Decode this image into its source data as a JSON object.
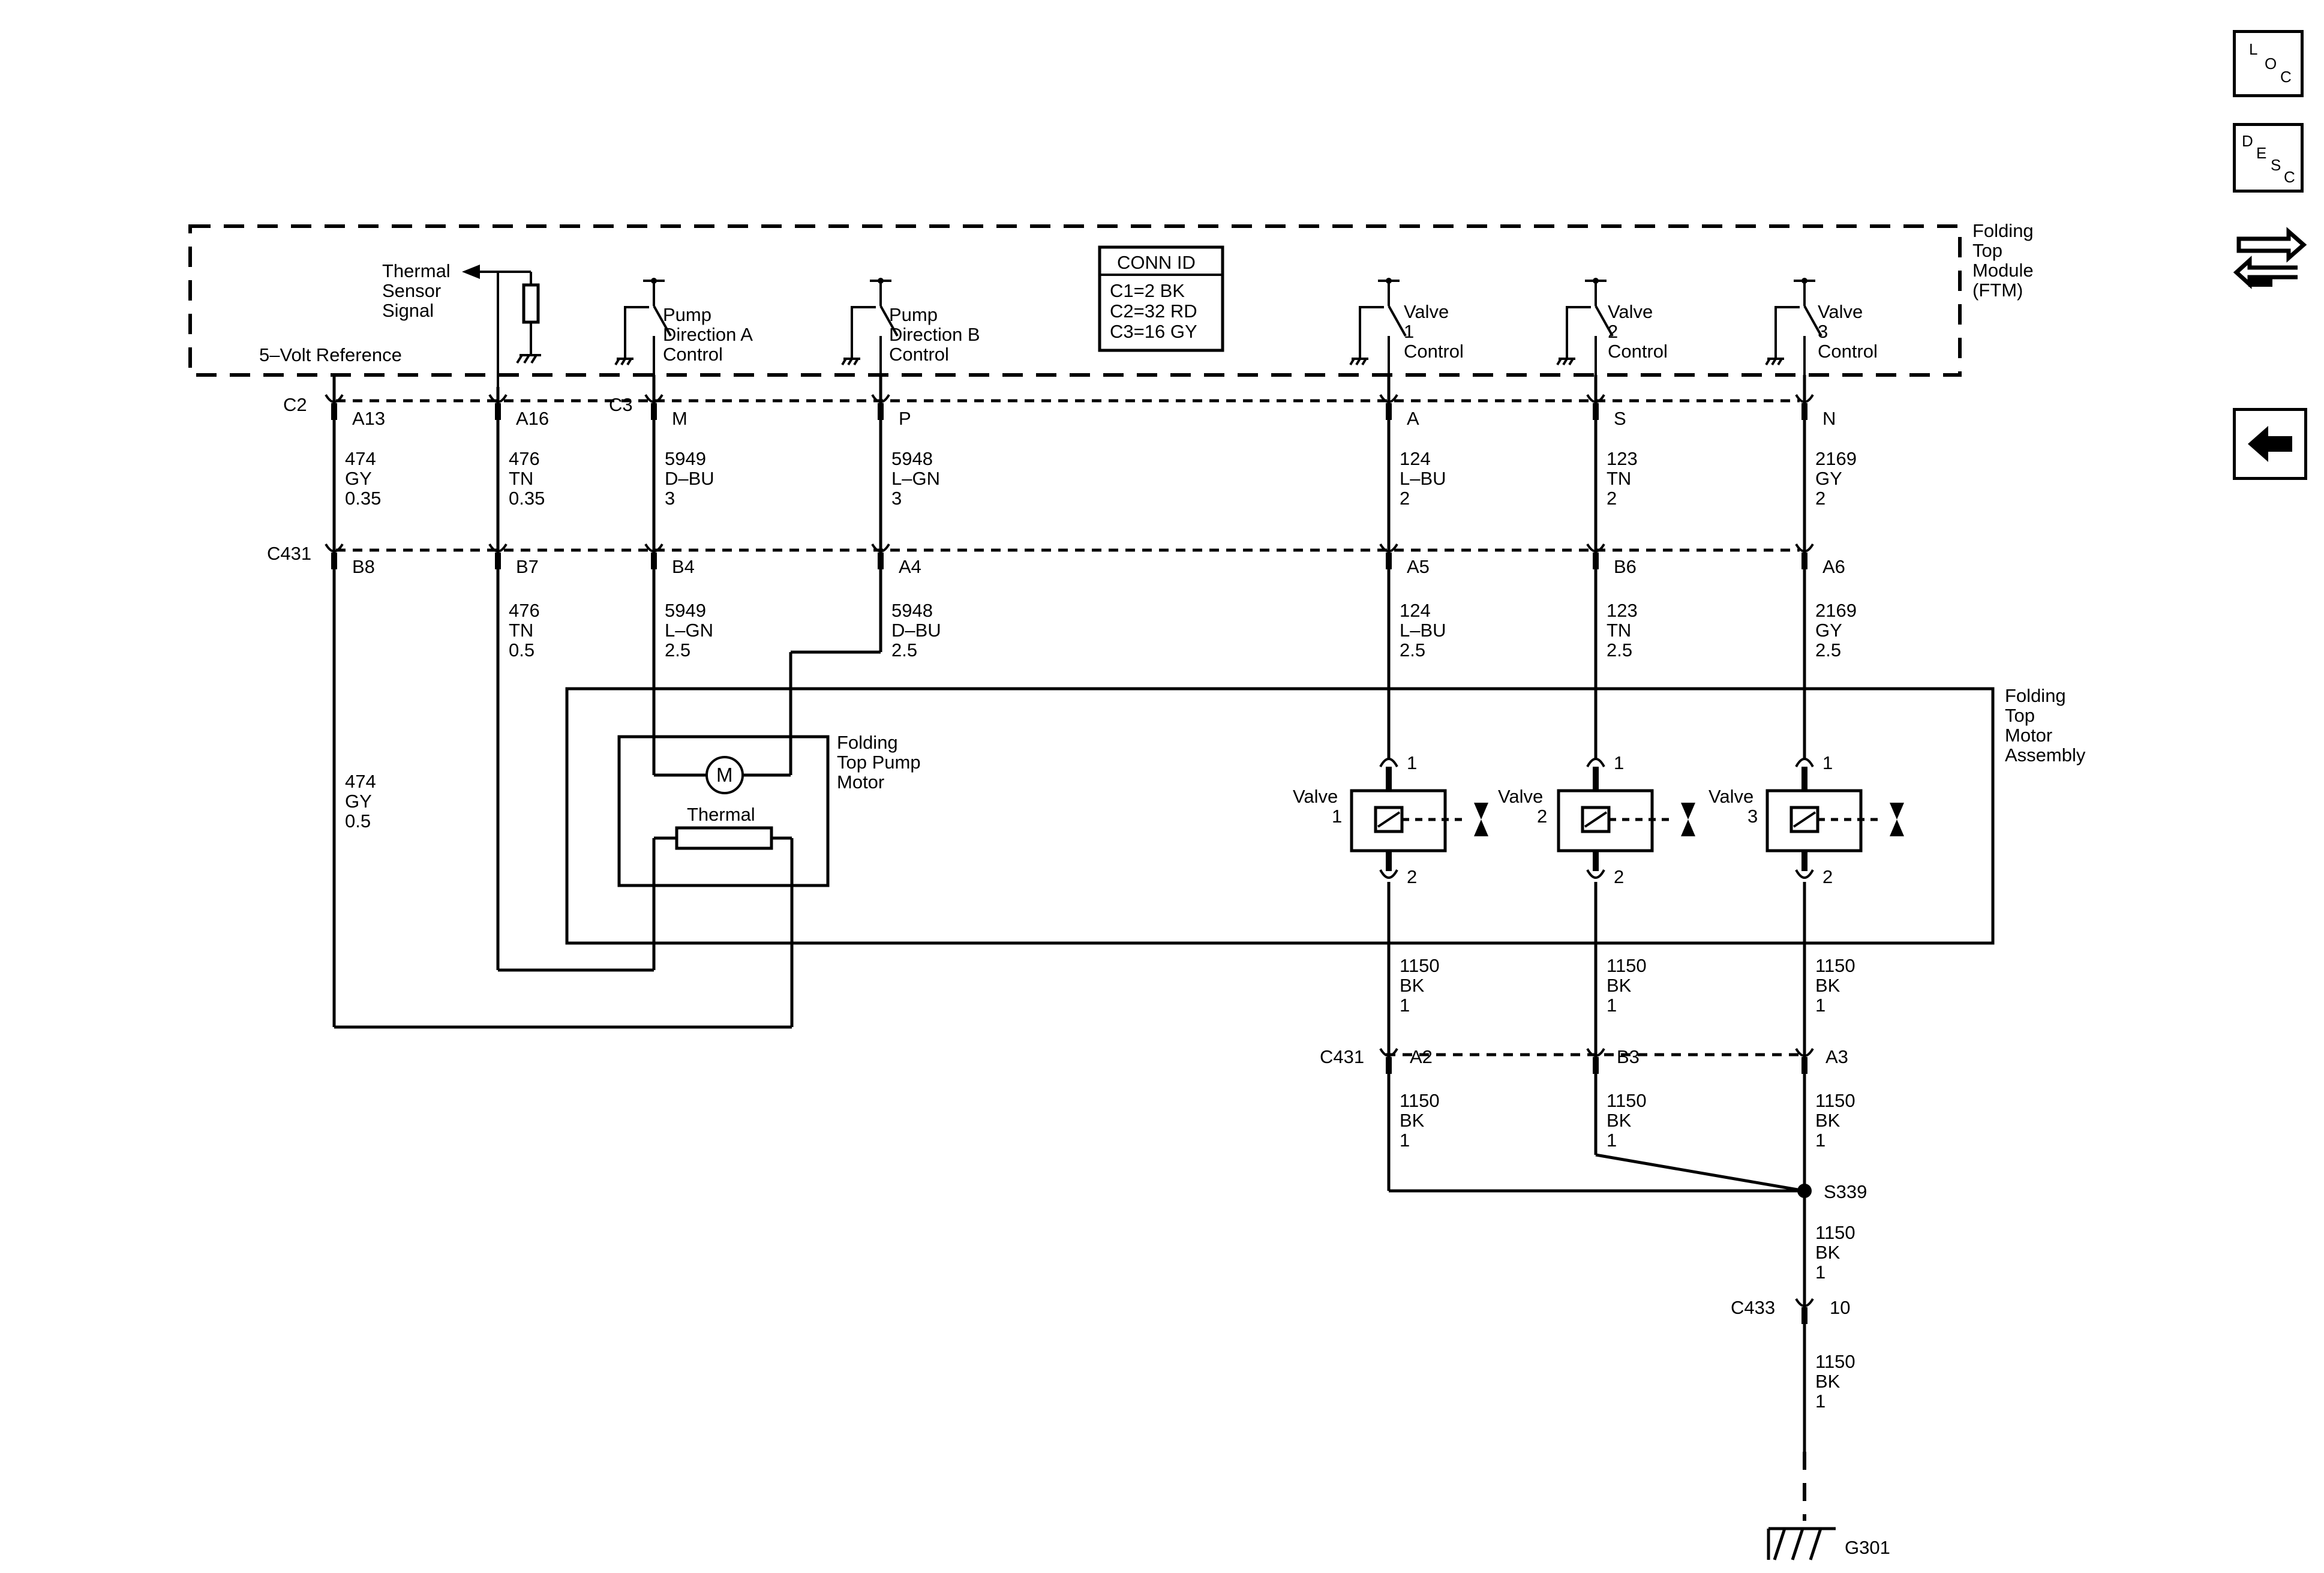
{
  "module": {
    "name_lines": [
      "Folding",
      "Top",
      "Module",
      "(FTM)"
    ],
    "five_volt_ref": "5–Volt Reference",
    "thermal_signal_lines": [
      "Thermal",
      "Sensor",
      "Signal"
    ],
    "pump_a_lines": [
      "Pump",
      "Direction A",
      "Control"
    ],
    "pump_b_lines": [
      "Pump",
      "Direction B",
      "Control"
    ],
    "valve1_lines": [
      "Valve",
      "1",
      "Control"
    ],
    "valve2_lines": [
      "Valve",
      "2",
      "Control"
    ],
    "valve3_lines": [
      "Valve",
      "3",
      "Control"
    ]
  },
  "conn_id": {
    "title": "CONN ID",
    "lines": [
      "C1=2 BK",
      "C2=32 RD",
      "C3=16 GY"
    ]
  },
  "connectors": {
    "c2": "C2",
    "c3": "C3",
    "c431_top": "C431",
    "c431_bottom": "C431",
    "c433": "C433",
    "pins_top": [
      "A13",
      "A16",
      "M",
      "P",
      "A",
      "S",
      "N"
    ],
    "pins_mid": [
      "B8",
      "B7",
      "B4",
      "A4",
      "A5",
      "B6",
      "A6"
    ],
    "pins_bottom": [
      "A2",
      "B3",
      "A3"
    ],
    "c433_pin": "10"
  },
  "wires_upper": [
    [
      "474",
      "GY",
      "0.35"
    ],
    [
      "476",
      "TN",
      "0.35"
    ],
    [
      "5949",
      "D–BU",
      "3"
    ],
    [
      "5948",
      "L–GN",
      "3"
    ],
    [
      "124",
      "L–BU",
      "2"
    ],
    [
      "123",
      "TN",
      "2"
    ],
    [
      "2169",
      "GY",
      "2"
    ]
  ],
  "wires_middle": [
    [
      "476",
      "TN",
      "0.5"
    ],
    [
      "5949",
      "L–GN",
      "2.5"
    ],
    [
      "5948",
      "D–BU",
      "2.5"
    ],
    [
      "124",
      "L–BU",
      "2.5"
    ],
    [
      "123",
      "TN",
      "2.5"
    ],
    [
      "2169",
      "GY",
      "2.5"
    ]
  ],
  "wire_474_low": [
    "474",
    "GY",
    "0.5"
  ],
  "ground_wires": {
    "v1_upper": [
      "1150",
      "BK",
      "1"
    ],
    "v2_upper": [
      "1150",
      "BK",
      "1"
    ],
    "v3_upper": [
      "1150",
      "BK",
      "1"
    ],
    "v1_lower": [
      "1150",
      "BK",
      "1"
    ],
    "v2_lower": [
      "1150",
      "BK",
      "1"
    ],
    "v3_lower": [
      "1150",
      "BK",
      "1"
    ],
    "after_splice": [
      "1150",
      "BK",
      "1"
    ],
    "after_c433": [
      "1150",
      "BK",
      "1"
    ]
  },
  "motor_assembly": {
    "name_lines": [
      "Folding",
      "Top",
      "Motor",
      "Assembly"
    ],
    "pump_lines": [
      "Folding",
      "Top Pump",
      "Motor"
    ],
    "motor_symbol": "M",
    "thermal": "Thermal",
    "valve1_lines": [
      "Valve",
      "1"
    ],
    "valve2_lines": [
      "Valve",
      "2"
    ],
    "valve3_lines": [
      "Valve",
      "3"
    ],
    "valve_pin_top": "1",
    "valve_pin_bottom": "2"
  },
  "splice": "S339",
  "ground": "G301",
  "nav": {
    "loc_letters": [
      "L",
      "O",
      "C"
    ],
    "desc_letters": [
      "D",
      "E",
      "S",
      "C"
    ],
    "connector_icon": "connector-view-icon",
    "back_icon": "back-arrow-icon"
  }
}
